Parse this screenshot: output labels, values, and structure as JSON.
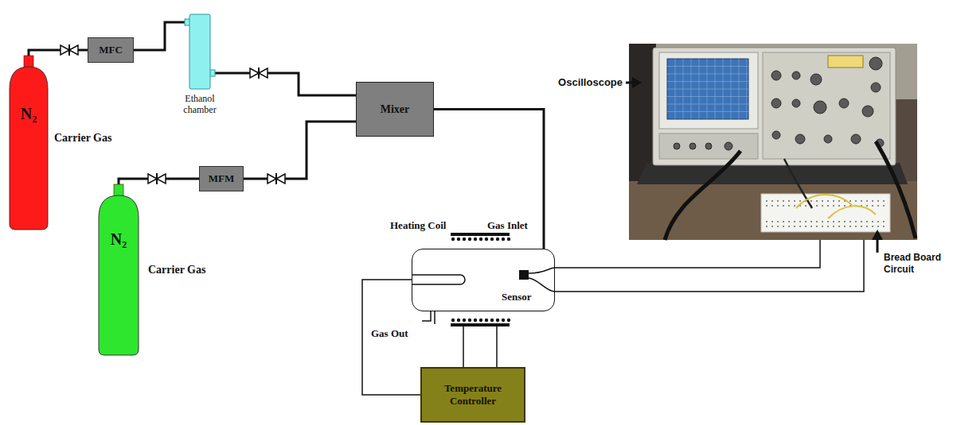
{
  "diagram": {
    "nodes": [
      {
        "text": [
          "N₂",
          "Carrier Gas"
        ]
      },
      {
        "text": [
          "MFC"
        ]
      },
      {
        "text": [
          "Ethanol chamber"
        ]
      },
      {
        "text": [
          "Mixer"
        ]
      },
      {
        "text": [
          "N₂",
          "Carrier Gas"
        ]
      },
      {
        "text": [
          "MFM"
        ]
      },
      {
        "text": [
          "Sensor"
        ]
      },
      {
        "text": [
          "Temperature Controller"
        ]
      },
      {
        "text": [
          "Oscilloscope",
          "Bread Board Circuit"
        ]
      }
    ],
    "edges": [
      {
        "from": 0,
        "to": 1,
        "arrow": "none"
      },
      {
        "from": 1,
        "to": 2,
        "arrow": "none"
      },
      {
        "from": 2,
        "to": 3,
        "arrow": "none"
      },
      {
        "from": 4,
        "to": 5,
        "arrow": "none"
      },
      {
        "from": 5,
        "to": 3,
        "arrow": "none"
      },
      {
        "from": 3,
        "to": 6,
        "arrow": "none"
      },
      {
        "from": 7,
        "to": 6,
        "arrow": "none"
      },
      {
        "from": 6,
        "to": 8,
        "arrow": "none"
      },
      {
        "from": 6,
        "to": 8,
        "arrow": "none"
      }
    ],
    "labels": [
      "Heating Coil",
      "Gas Inlet",
      "Gas Out"
    ]
  }
}
